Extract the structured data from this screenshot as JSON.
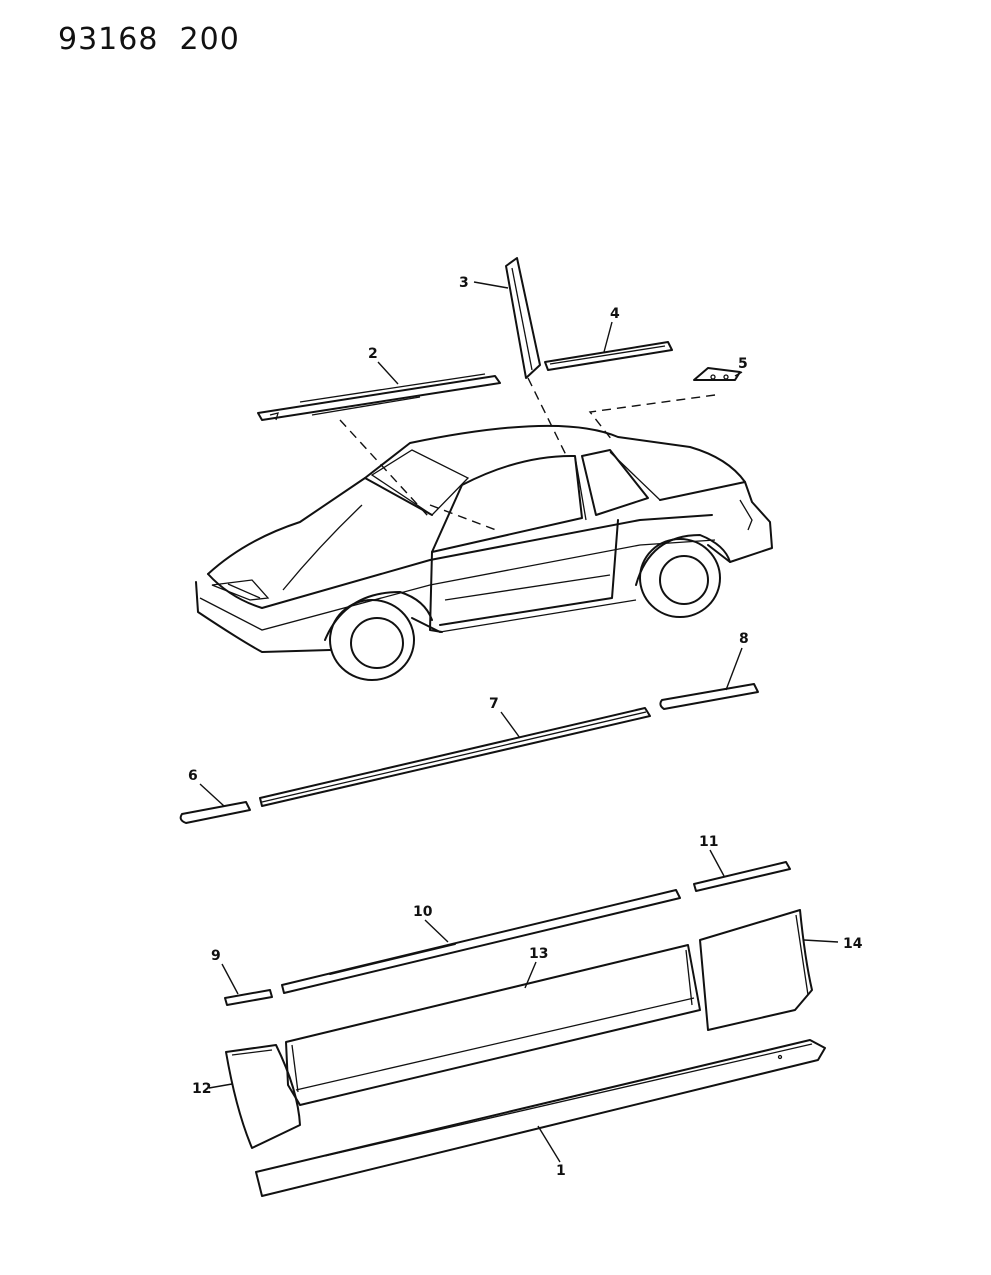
{
  "header": {
    "diagram_number": "93168",
    "page_code": "200"
  },
  "callouts": {
    "c1": "1",
    "c2": "2",
    "c3": "3",
    "c4": "4",
    "c5": "5",
    "c6": "6",
    "c7": "7",
    "c8": "8",
    "c9": "9",
    "c10": "10",
    "c11": "11",
    "c12": "12",
    "c13": "13",
    "c14": "14"
  }
}
